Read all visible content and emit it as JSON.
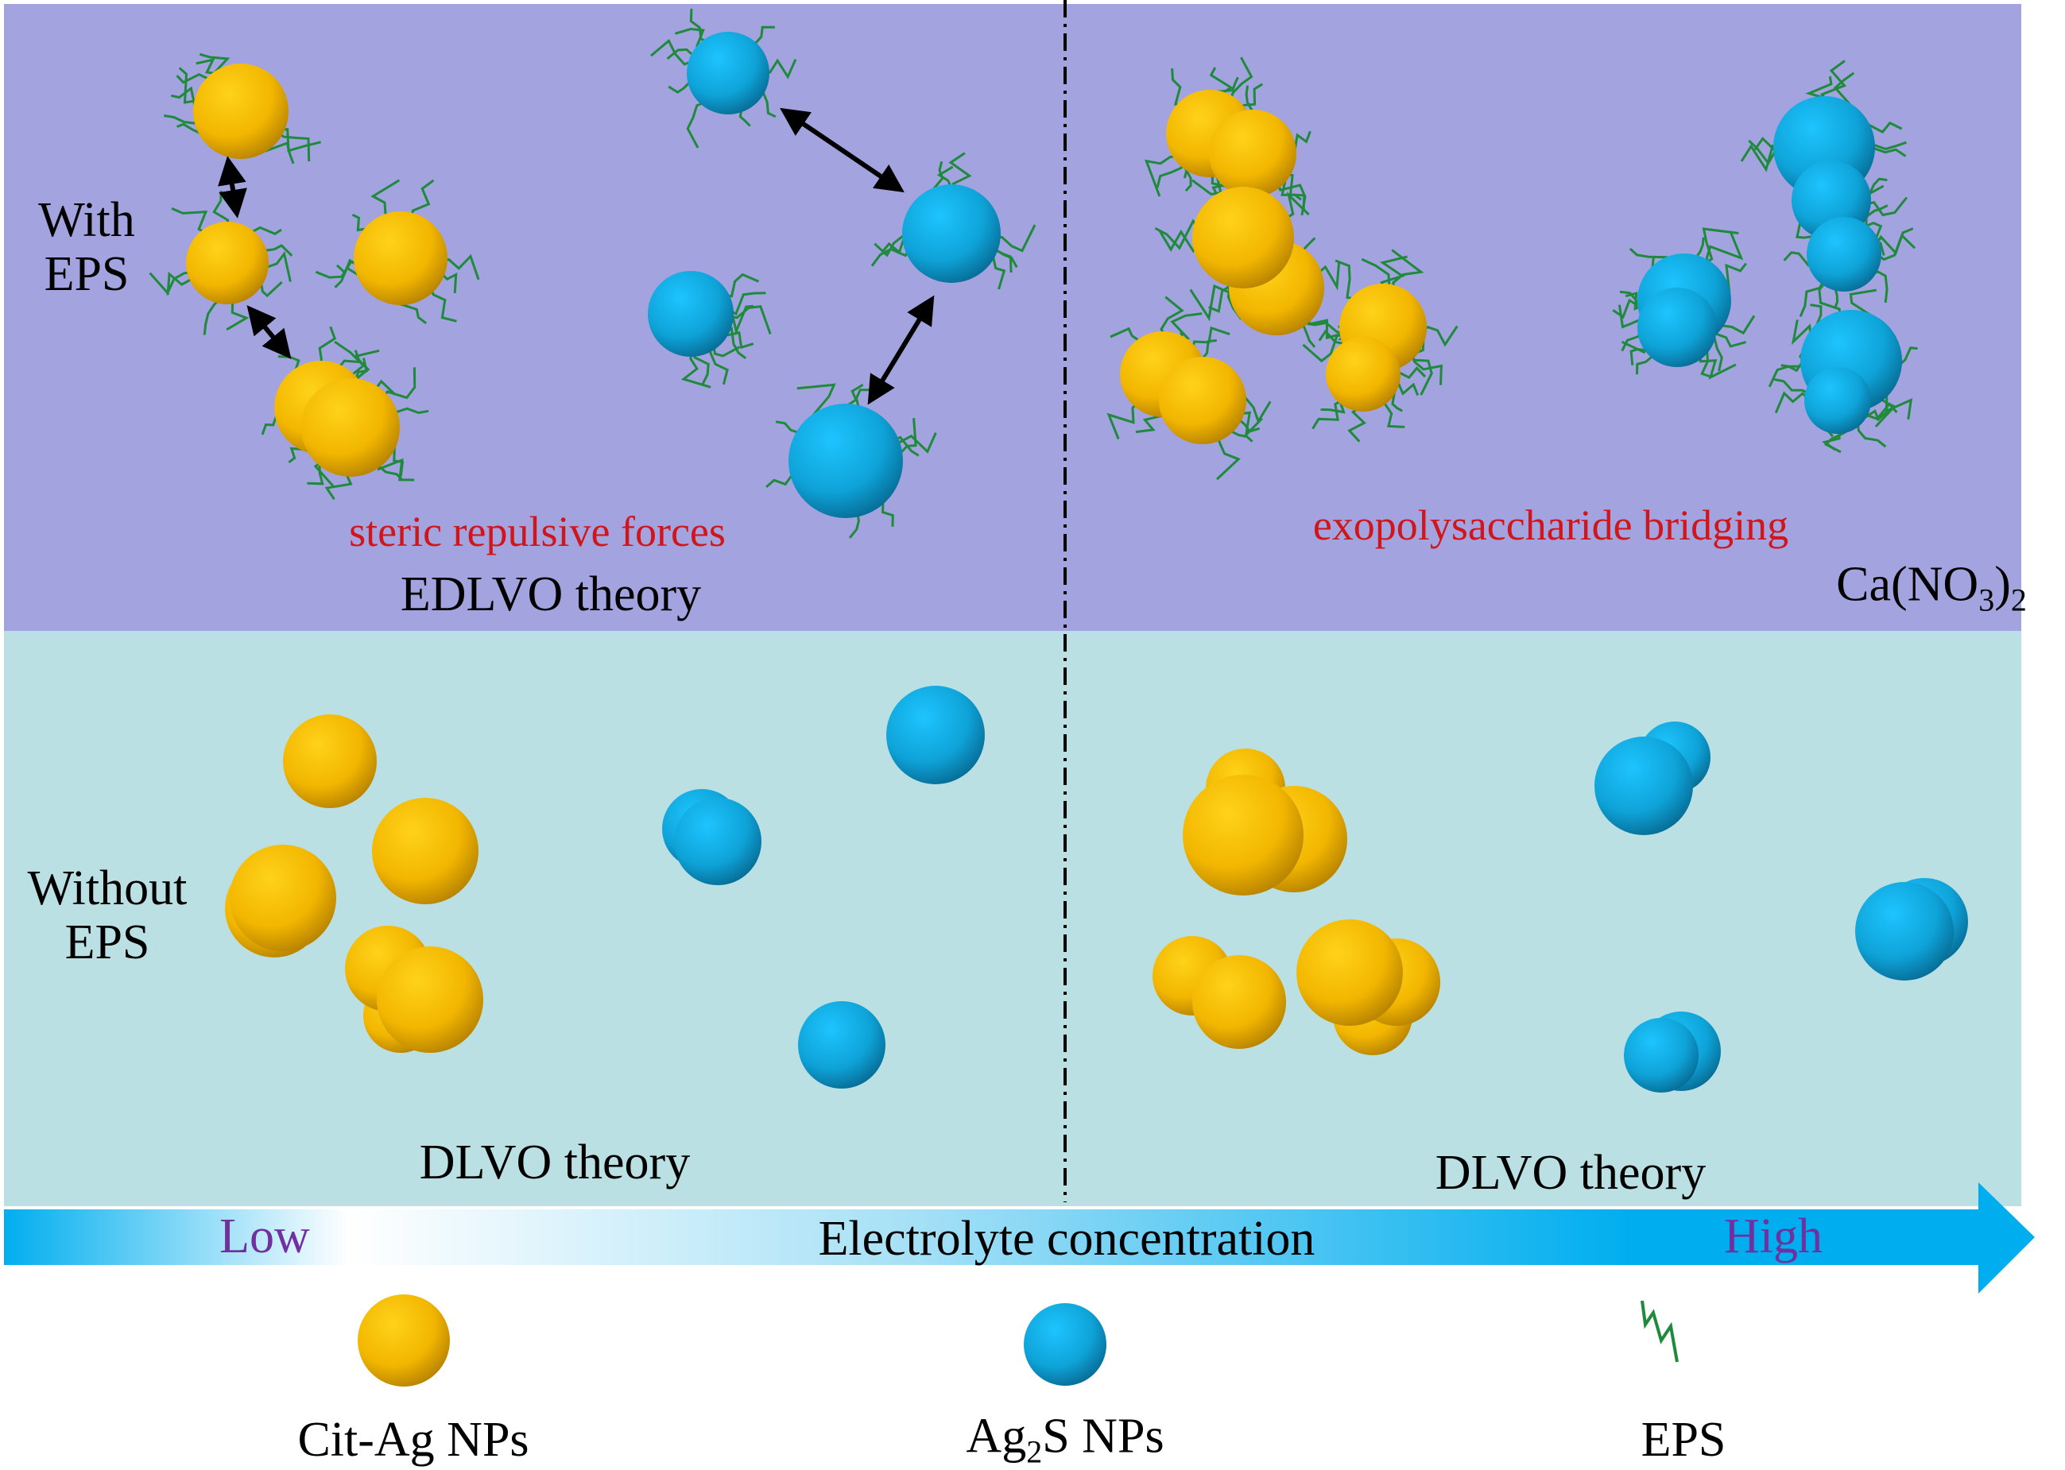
{
  "colors": {
    "top_panel": "#a3a3df",
    "bottom_panel": "#bae0e3",
    "cit_ag": "#f5b800",
    "ag2s": "#12a8de",
    "eps": "#1f8a3c",
    "arrow": "#00aeef",
    "red_text": "#d0161b",
    "purple_text": "#7030a0"
  },
  "top_panel": {
    "row_label": "With EPS",
    "left_annotation": "steric repulsive forces",
    "left_theory": "EDLVO theory",
    "right_annotation": "exopolysaccharide bridging",
    "salt": "Ca(NO",
    "salt_sub1": "3",
    "salt_mid": ")",
    "salt_sub2": "2"
  },
  "bottom_panel": {
    "row_label": "Without EPS",
    "left_theory": "DLVO theory",
    "right_theory": "DLVO theory"
  },
  "gradient_arrow": {
    "low": "Low",
    "label": "Electrolyte concentration",
    "high": "High"
  },
  "legend": [
    {
      "icon": "yellow-sphere-icon",
      "label": "Cit-Ag NPs"
    },
    {
      "icon": "blue-sphere-icon",
      "label_prefix": "Ag",
      "label_sub": "2",
      "label_suffix": "S NPs"
    },
    {
      "icon": "eps-strand-icon",
      "label": "EPS"
    }
  ]
}
